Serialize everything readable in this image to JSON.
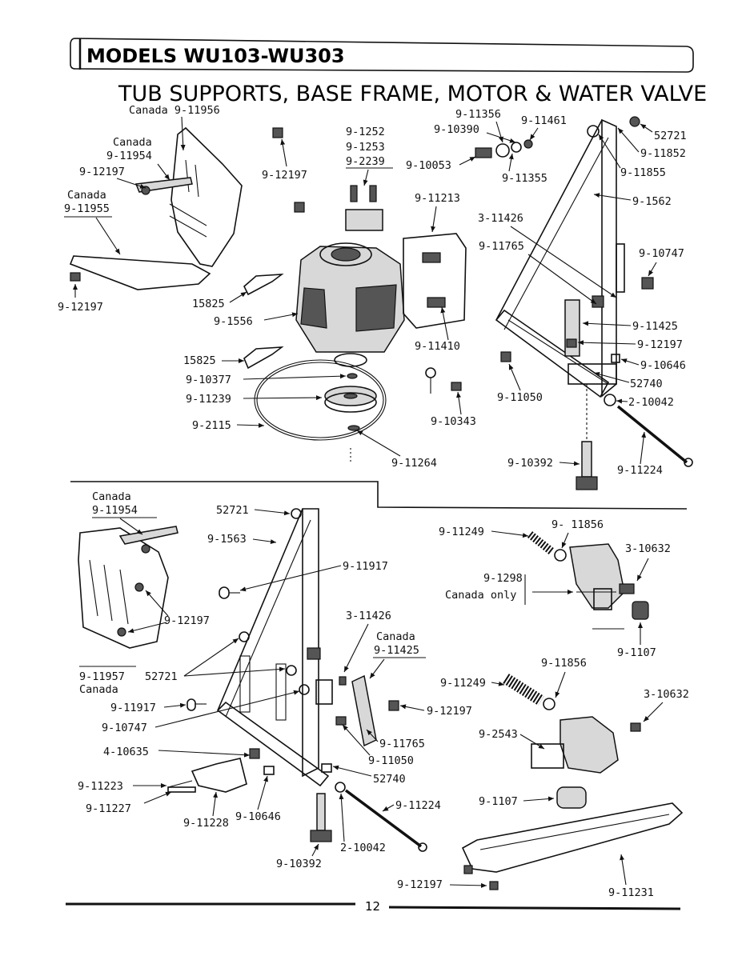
{
  "header": {
    "models": "MODELS WU103-WU303",
    "title": "TUB SUPPORTS, BASE FRAME, MOTOR & WATER VALVE"
  },
  "page_number": "12",
  "top": {
    "canada_9_11956": "Canada 9-11956",
    "canada_a": "Canada",
    "p9_11954": "9-11954",
    "p9_12197_a": "9-12197",
    "canada_b": "Canada",
    "p9_11955": "9-11955",
    "p9_12197_b": "9-12197",
    "p9_12197_c": "9-12197",
    "p9_1252": "9-1252",
    "p9_1253": "9-1253",
    "p9_2239": "9-2239",
    "p9_11213": "9-11213",
    "p15825_a": "15825",
    "p9_1556": "9-1556",
    "p15825_b": "15825",
    "p9_10377": "9-10377",
    "p9_11239": "9-11239",
    "p9_2115": "9-2115",
    "p9_11264": "9-11264",
    "p9_11410": "9-11410",
    "p9_10343": "9-10343",
    "p9_11356": "9-11356",
    "p9_10390": "9-10390",
    "p9_11461": "9-11461",
    "p9_10053": "9-10053",
    "p9_11355": "9-11355",
    "p52721": "52721",
    "p9_11852": "9-11852",
    "p9_11855": "9-11855",
    "p9_1562": "9-1562",
    "p3_11426": "3-11426",
    "p9_11765": "9-11765",
    "p9_10747": "9-10747",
    "p9_11425": "9-11425",
    "p9_12197_d": "9-12197",
    "p9_10646": "9-10646",
    "p52740": "52740",
    "p9_11050": "9-11050",
    "p2_10042": "2-10042",
    "p9_10392": "9-10392",
    "p9_11224": "9-11224"
  },
  "bottom_left": {
    "canada_a": "Canada",
    "p9_11954": "9-11954",
    "p52721_a": "52721",
    "p9_1563": "9-1563",
    "p9_11917_a": "9-11917",
    "p9_12197_a": "9-12197",
    "p3_11426": "3-11426",
    "canada_b": "Canada",
    "p9_11425": "9-11425",
    "p9_11957": "9-11957",
    "canada_c": "Canada",
    "p52721_b": "52721",
    "p9_11917_b": "9-11917",
    "p9_10747": "9-10747",
    "p9_12197_b": "9-12197",
    "p4_10635": "4-10635",
    "p9_11765": "9-11765",
    "p9_11050": "9-11050",
    "p9_11223": "9-11223",
    "p9_11227": "9-11227",
    "p9_11228": "9-11228",
    "p9_10646": "9-10646",
    "p52740": "52740",
    "p9_11224": "9-11224",
    "p2_10042": "2-10042",
    "p9_10392": "9-10392"
  },
  "bottom_right": {
    "p9_11249_a": "9-11249",
    "p9_11856_a": "9- 11856",
    "p3_10632_a": "3-10632",
    "p9_1298": "9-1298",
    "canada_only": "Canada only",
    "p9_1107_a": "9-1107",
    "p9_11856_b": "9-11856",
    "p9_11249_b": "9-11249",
    "p3_10632_b": "3-10632",
    "p9_2543": "9-2543",
    "p9_1107_b": "9-1107",
    "p9_12197": "9-12197",
    "p9_11231": "9-11231"
  }
}
